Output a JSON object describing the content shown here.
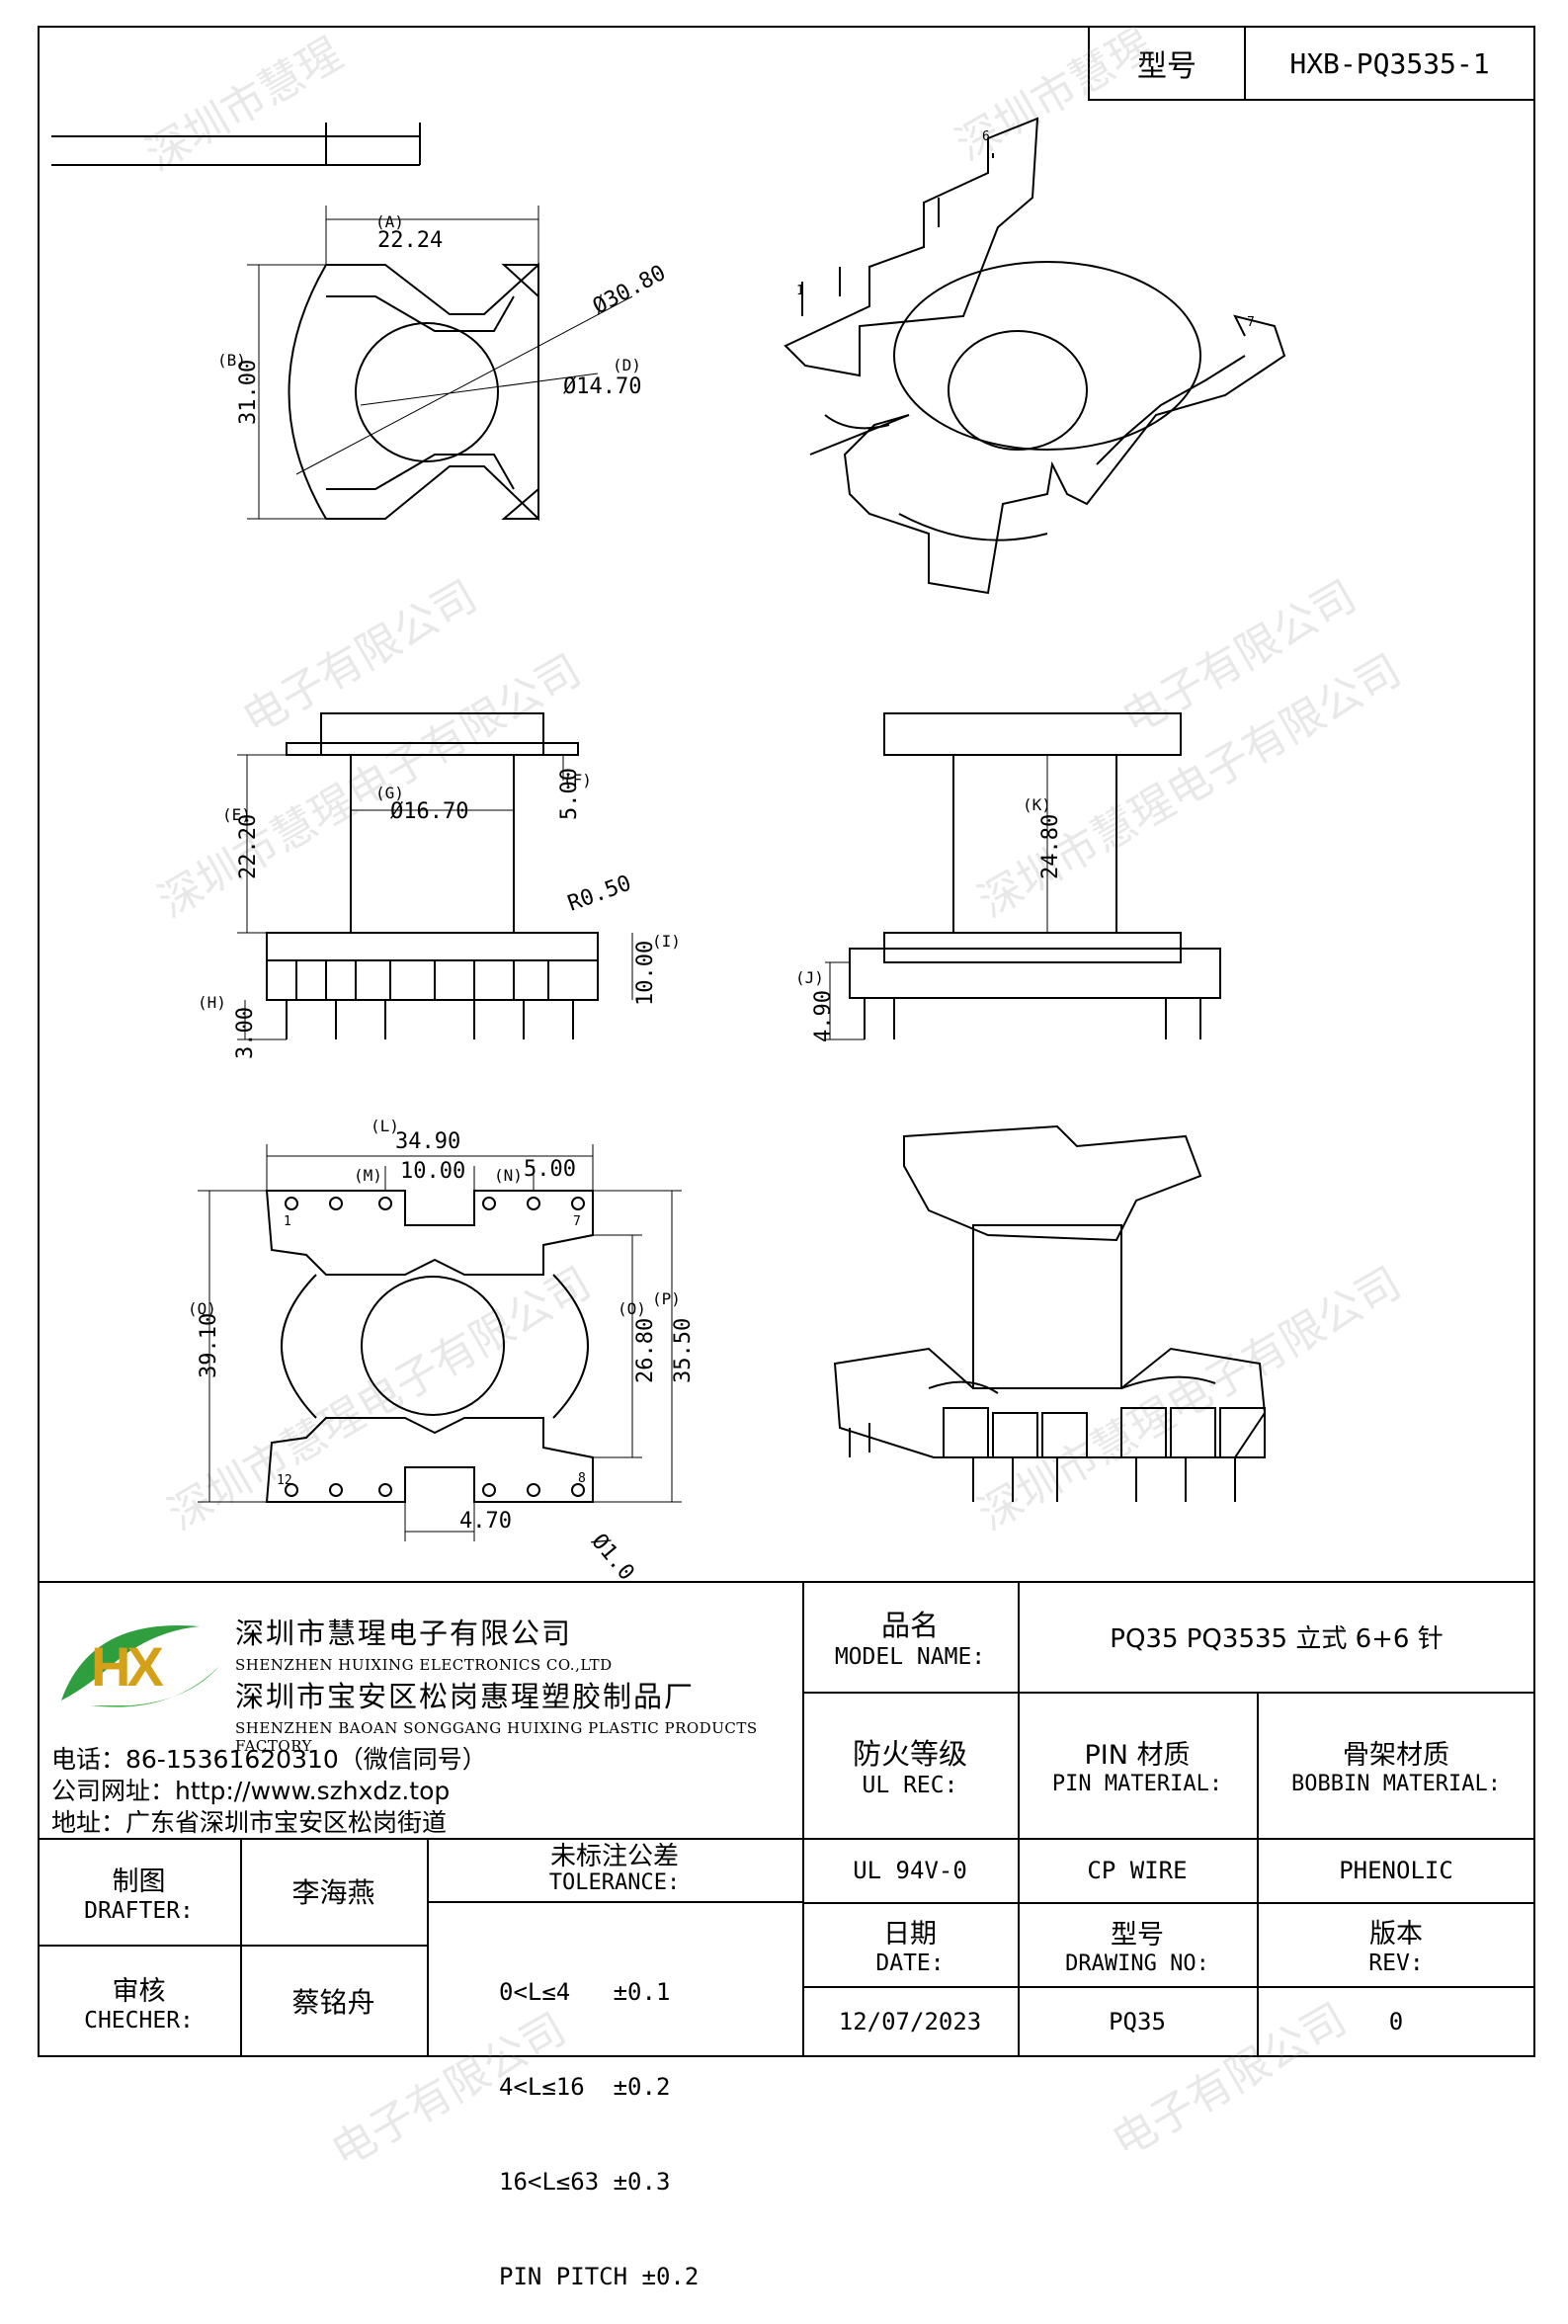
{
  "header": {
    "model_label": "型号",
    "model_value": "HXB-PQ3535-1"
  },
  "watermark": {
    "text_a": "深圳市慧瑆",
    "text_b": "电子有限公司",
    "text_c": "深圳市慧瑆电子有限公司"
  },
  "drawing": {
    "dims": {
      "A": "22.24",
      "B": "31.00",
      "C": "Ø30.80",
      "D": "Ø14.70",
      "E": "22.20",
      "F": "5.00",
      "G": "Ø16.70",
      "R": "R0.50",
      "I": "10.00",
      "H": "3.00",
      "K": "24.80",
      "J": "4.90",
      "L": "34.90",
      "M": "10.00",
      "N": "5.00",
      "Q": "39.10",
      "O": "26.80",
      "P": "35.50",
      "W": "4.70",
      "Z": "Ø1.0"
    },
    "letters": {
      "A": "(A)",
      "B": "(B)",
      "D": "(D)",
      "E": "(E)",
      "F": "(F)",
      "G": "(G)",
      "H": "(H)",
      "I": "(I)",
      "J": "(J)",
      "K": "(K)",
      "L": "(L)",
      "M": "(M)",
      "N": "(N)",
      "O": "(O)",
      "P": "(P)",
      "Q": "(Q)"
    },
    "pins": {
      "p1": "1",
      "p6": "6",
      "p7": "7",
      "p8": "8",
      "p12": "12"
    }
  },
  "company": {
    "logo_text": "HX",
    "name_cn": "深圳市慧瑆电子有限公司",
    "name_en": "SHENZHEN HUIXING ELECTRONICS CO.,LTD",
    "factory_cn": "深圳市宝安区松岗惠瑆塑胶制品厂",
    "factory_en": "SHENZHEN BAOAN SONGGANG HUIXING PLASTIC PRODUCTS FACTORY",
    "phone": "电话：86-15361620310（微信同号）",
    "website": "公司网址：http://www.szhxdz.top",
    "address": "地址：广东省深圳市宝安区松岗街道"
  },
  "titleblock": {
    "model_name_cn": "品名",
    "model_name_en": "MODEL NAME:",
    "model_name_value": "PQ35 PQ3535 立式 6+6 针",
    "fire_cn": "防火等级",
    "fire_en": "UL REC:",
    "pin_cn": "PIN 材质",
    "pin_en": "PIN MATERIAL:",
    "bobbin_cn": "骨架材质",
    "bobbin_en": "BOBBIN MATERIAL:",
    "fire_value": "UL 94V-0",
    "pin_value": "CP WIRE",
    "bobbin_value": "PHENOLIC",
    "drafter_cn": "制图",
    "drafter_en": "DRAFTER:",
    "drafter_value": "李海燕",
    "checker_cn": "审核",
    "checker_en": "CHECHER:",
    "checker_value": "蔡铭舟",
    "tolerance_cn": "未标注公差",
    "tolerance_en": "TOLERANCE:",
    "tol_1": "0<L≤4   ±0.1",
    "tol_2": "4<L≤16  ±0.2",
    "tol_3": "16<L≤63 ±0.3",
    "tol_4": "PIN PITCH ±0.2",
    "date_cn": "日期",
    "date_en": "DATE:",
    "date_value": "12/07/2023",
    "drawno_cn": "型号",
    "drawno_en": "DRAWING NO:",
    "drawno_value": "PQ35",
    "rev_cn": "版本",
    "rev_en": "REV:",
    "rev_value": "0"
  }
}
